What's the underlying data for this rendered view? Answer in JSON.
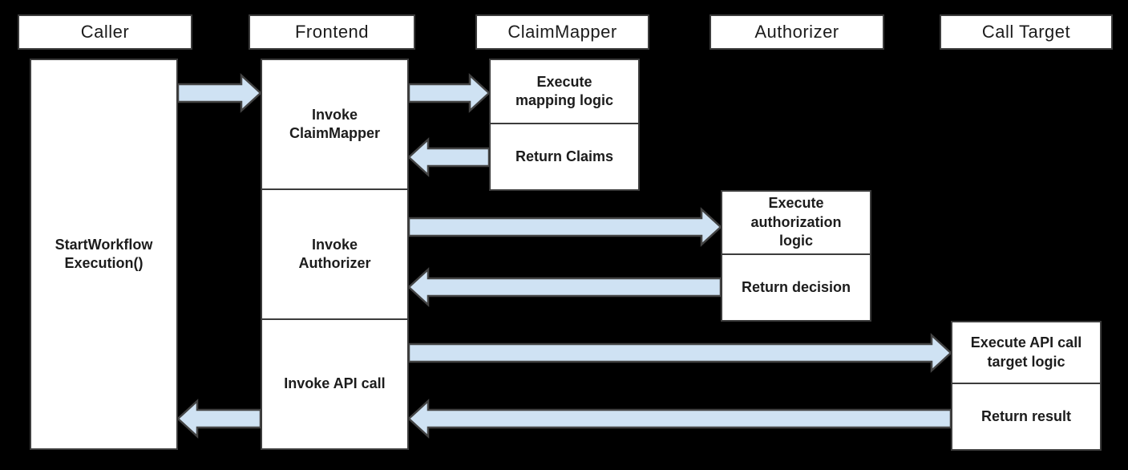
{
  "diagram": {
    "type": "sequence",
    "lanes": [
      {
        "header": "Caller",
        "boxes": [
          "StartWorkflow\nExecution()"
        ]
      },
      {
        "header": "Frontend",
        "boxes": [
          "Invoke\nClaimMapper",
          "Invoke\nAuthorizer",
          "Invoke API call"
        ]
      },
      {
        "header": "ClaimMapper",
        "boxes": [
          "Execute\nmapping logic",
          "Return Claims"
        ]
      },
      {
        "header": "Authorizer",
        "boxes": [
          "Execute\nauthorization\nlogic",
          "Return decision"
        ]
      },
      {
        "header": "Call Target",
        "boxes": [
          "Execute API call\ntarget logic",
          "Return result"
        ]
      }
    ],
    "arrows": [
      {
        "from": "Caller",
        "to": "Frontend",
        "direction": "right"
      },
      {
        "from": "Frontend",
        "to": "ClaimMapper",
        "direction": "right"
      },
      {
        "from": "ClaimMapper",
        "to": "Frontend",
        "direction": "left"
      },
      {
        "from": "Frontend",
        "to": "Authorizer",
        "direction": "right"
      },
      {
        "from": "Authorizer",
        "to": "Frontend",
        "direction": "left"
      },
      {
        "from": "Frontend",
        "to": "Call Target",
        "direction": "right"
      },
      {
        "from": "Call Target",
        "to": "Frontend",
        "direction": "left"
      },
      {
        "from": "Frontend",
        "to": "Caller",
        "direction": "left"
      }
    ]
  },
  "colors": {
    "background": "#000000",
    "box_fill": "#ffffff",
    "box_border": "#3c3c3c",
    "arrow_fill": "#cfe2f3",
    "arrow_outline": "#434343",
    "text": "#1c1c1c"
  }
}
